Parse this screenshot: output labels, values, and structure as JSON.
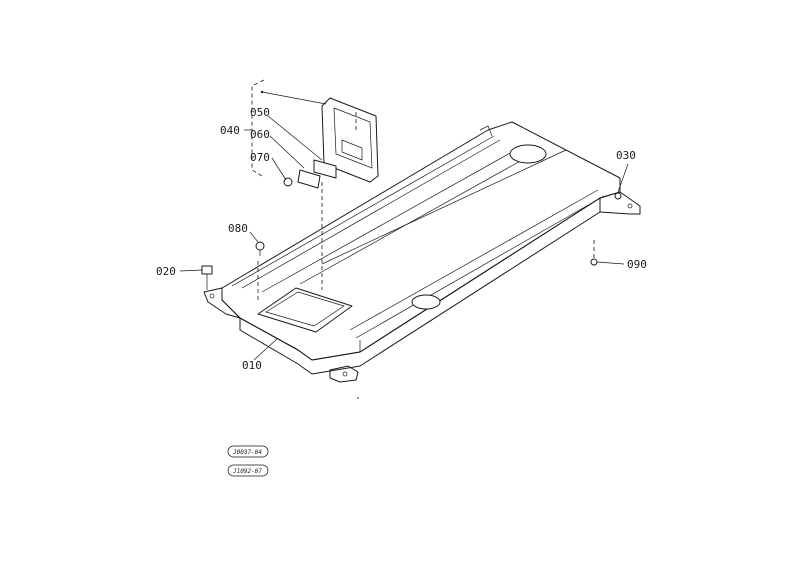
{
  "part_labels": {
    "p010": "010",
    "p020": "020",
    "p030": "030",
    "p040": "040",
    "p050": "050",
    "p060": "060",
    "p070": "070",
    "p080": "080",
    "p090": "090"
  },
  "reference_codes": [
    "J0037-04",
    "J1092-07"
  ]
}
